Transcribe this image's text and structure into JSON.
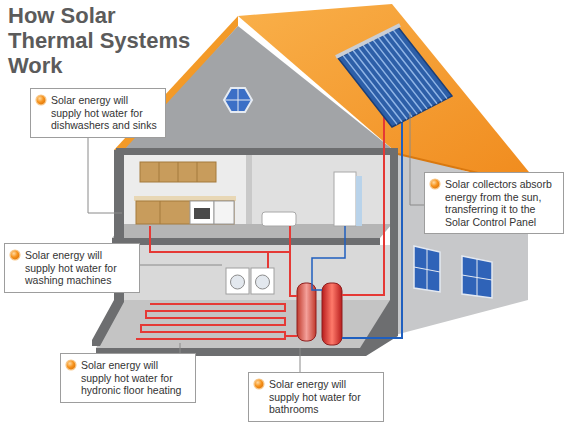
{
  "diagram": {
    "title": "How Solar Thermal Systems Work",
    "nodes": [
      {
        "text": [
          "Solar energy will supply hot water for dishwashers and sinks"
        ]
      },
      {
        "text": [
          "Solar collectors absorb energy from the sun, transferring it to the Solar Control Panel"
        ]
      },
      {
        "text": [
          "Solar energy will supply hot water for washing machines"
        ]
      },
      {
        "text": [
          "Solar energy will supply hot water for hydronic floor heating"
        ]
      },
      {
        "text": [
          "Solar energy will supply hot water for bathrooms"
        ]
      }
    ]
  }
}
